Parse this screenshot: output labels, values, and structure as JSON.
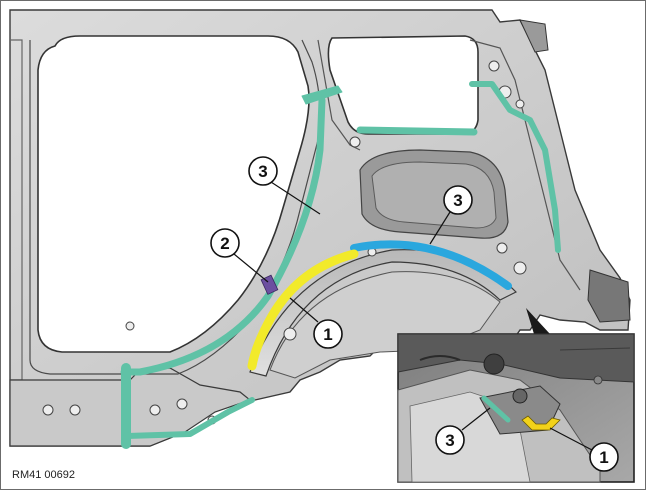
{
  "figure": {
    "reference_code": "RM41 00692",
    "colors": {
      "yellow_zone": "#f2ea2a",
      "blue_zone": "#2aa7de",
      "teal_zone": "#5fc2a6",
      "purple_zone": "#6c4fa0",
      "inset_yellow": "#f2d21a",
      "body_panel": "#d6d6d6",
      "panel_shadow": "#8c8c8c",
      "outline": "#2a2a2a"
    }
  },
  "callouts": [
    {
      "label": "3",
      "target": "teal-seam-pillar"
    },
    {
      "label": "2",
      "target": "purple-sealer-point"
    },
    {
      "label": "3",
      "target": "blue-wheel-arch-strip"
    },
    {
      "label": "1",
      "target": "yellow-wheel-arch-strip"
    },
    {
      "label": "3",
      "target": "inset-teal-strip"
    },
    {
      "label": "1",
      "target": "inset-yellow-bracket"
    }
  ]
}
